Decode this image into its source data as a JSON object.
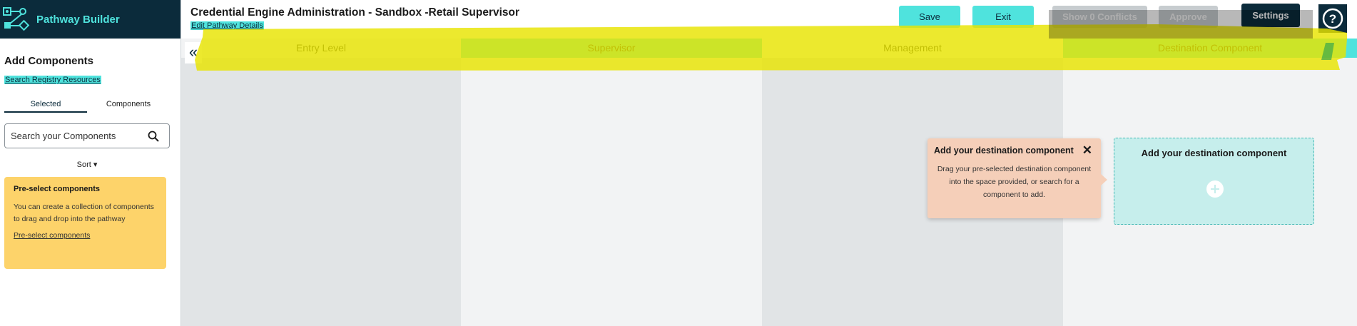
{
  "app": {
    "name": "Pathway Builder"
  },
  "sidebar": {
    "title": "Add Components",
    "search_registry_link": "Search Registry Resources",
    "tabs": [
      {
        "label": "Selected"
      },
      {
        "label": "Components"
      }
    ],
    "search": {
      "placeholder": "Search your Components",
      "value": ""
    },
    "sort_label": "Sort",
    "preselect_card": {
      "title": "Pre-select components",
      "body": "You can create a collection of components to drag and drop into the pathway",
      "link": "Pre-select components"
    }
  },
  "header": {
    "title": "Credential Engine Administration - Sandbox -Retail Supervisor",
    "edit_link": "Edit Pathway Details",
    "buttons": {
      "save": "Save",
      "exit": "Exit",
      "show_conflicts": "Show 0 Conflicts",
      "approve": "Approve",
      "settings": "Settings"
    }
  },
  "board": {
    "columns": [
      {
        "label": "Entry Level"
      },
      {
        "label": "Supervisor"
      },
      {
        "label": "Management"
      },
      {
        "label": "Destination Component"
      }
    ]
  },
  "tooltip": {
    "title": "Add your destination component",
    "body": "Drag your pre-selected destination component into the space provided, or search for a component to add."
  },
  "destination_zone": {
    "label": "Add your destination component"
  },
  "colors": {
    "navy": "#0b2b3b",
    "accent": "#4fe3dd",
    "highlight": "#e8e400",
    "card": "#fdd36a",
    "tooltip": "#f5cfb9",
    "disabled": "#c7cccf"
  }
}
